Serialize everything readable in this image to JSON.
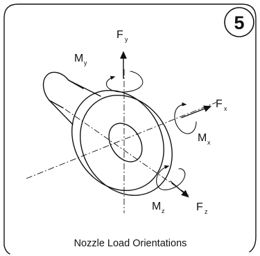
{
  "badge": {
    "number": "5"
  },
  "caption": "Nozzle Load Orientations",
  "forces": {
    "fy": {
      "main": "F",
      "sub": "y"
    },
    "fx": {
      "main": "F",
      "sub": "x"
    },
    "fz": {
      "main": "F",
      "sub": "z"
    }
  },
  "moments": {
    "my": {
      "main": "M",
      "sub": "y"
    },
    "mx": {
      "main": "M",
      "sub": "x"
    },
    "mz": {
      "main": "M",
      "sub": "z"
    }
  }
}
